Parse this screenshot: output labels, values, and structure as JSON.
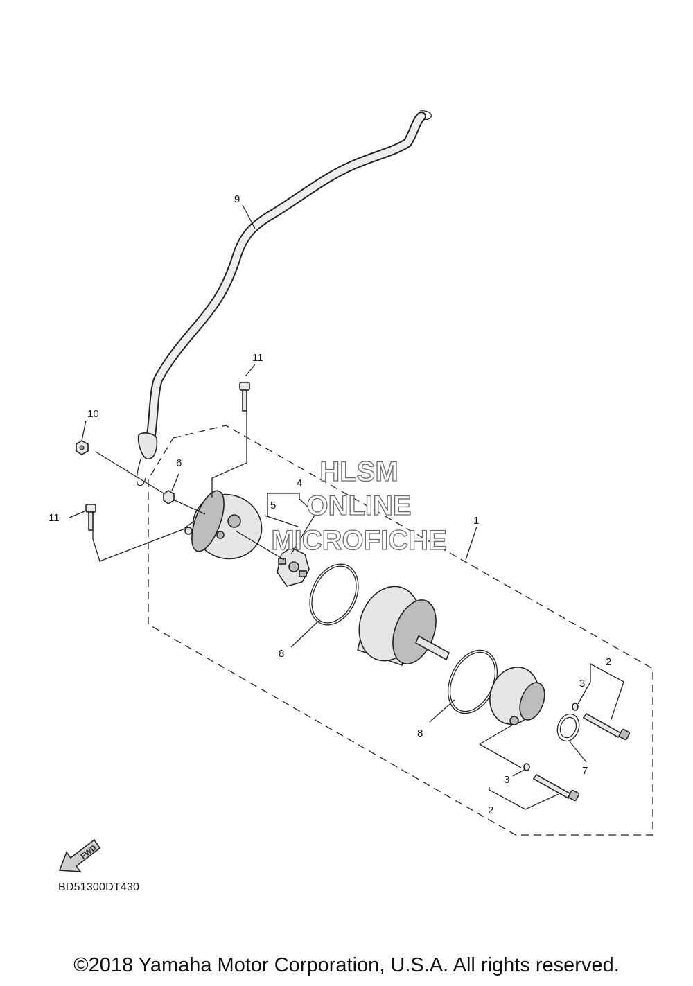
{
  "callouts": {
    "c1": "1",
    "c2a": "2",
    "c2b": "2",
    "c3a": "3",
    "c3b": "3",
    "c4": "4",
    "c5": "5",
    "c6": "6",
    "c7": "7",
    "c8a": "8",
    "c8b": "8",
    "c9": "9",
    "c10": "10",
    "c11a": "11",
    "c11b": "11"
  },
  "watermark": {
    "line1": "HLSM",
    "line2": "ONLINE",
    "line3": "MICROFICHE"
  },
  "fwd_arrow_label": "FWD",
  "diagram_code": "BD51300DT430",
  "copyright": "©2018 Yamaha Motor Corporation, U.S.A. All rights reserved.",
  "colors": {
    "ink": "#222222",
    "part_fill": "#e6e6e6",
    "watermark_outline": "#6a6a6a"
  }
}
